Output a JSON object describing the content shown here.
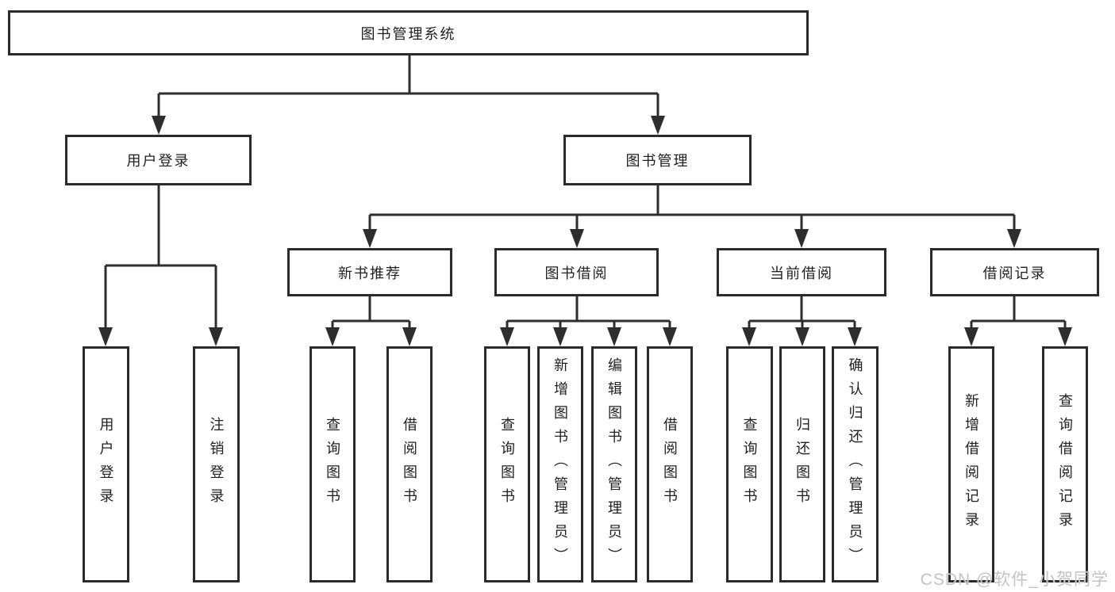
{
  "tree": {
    "label": "图书管理系统",
    "children": [
      {
        "label": "用户登录",
        "children": [
          {
            "label": "用户登录"
          },
          {
            "label": "注销登录"
          }
        ]
      },
      {
        "label": "图书管理",
        "children": [
          {
            "label": "新书推荐",
            "children": [
              {
                "label": "查询图书"
              },
              {
                "label": "借阅图书"
              }
            ]
          },
          {
            "label": "图书借阅",
            "children": [
              {
                "label": "查询图书"
              },
              {
                "label": "新增图书（管理员）"
              },
              {
                "label": "编辑图书（管理员）"
              },
              {
                "label": "借阅图书"
              }
            ]
          },
          {
            "label": "当前借阅",
            "children": [
              {
                "label": "查询图书"
              },
              {
                "label": "归还图书"
              },
              {
                "label": "确认归还（管理员）"
              }
            ]
          },
          {
            "label": "借阅记录",
            "children": [
              {
                "label": "新增借阅记录"
              },
              {
                "label": "查询借阅记录"
              }
            ]
          }
        ]
      }
    ]
  },
  "watermark": {
    "text": "CSDN @软件_小贺同学"
  },
  "colors": {
    "line": "#2e2e2e",
    "box_border": "#2b2b2b",
    "text": "#1f1f1f",
    "watermark": "#c3c3c3",
    "background": "#ffffff"
  }
}
